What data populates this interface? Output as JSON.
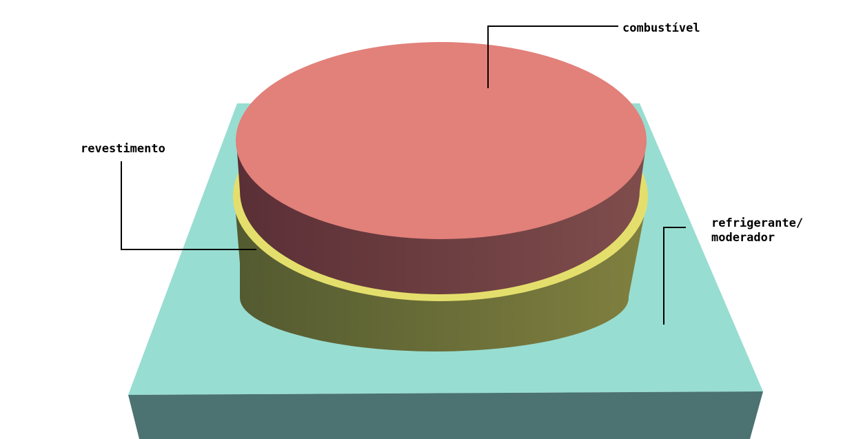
{
  "labels": {
    "fuel": "combustível",
    "cladding": "revestimento",
    "coolant_line1": "refrigerante/",
    "coolant_line2": "moderador"
  },
  "colors": {
    "background": "#ffffff",
    "coolant_top": "#98ddd1",
    "coolant_front": "#4c7272",
    "cladding_ring": "#e4df6c",
    "cladding_side_dark": "#535a30",
    "cladding_side_light": "#7f7e40",
    "fuel_top": "#e2807a",
    "fuel_side_dark": "#5a3036",
    "fuel_side_light": "#7e4c4c",
    "leader_line": "#000000",
    "text": "#000000"
  }
}
